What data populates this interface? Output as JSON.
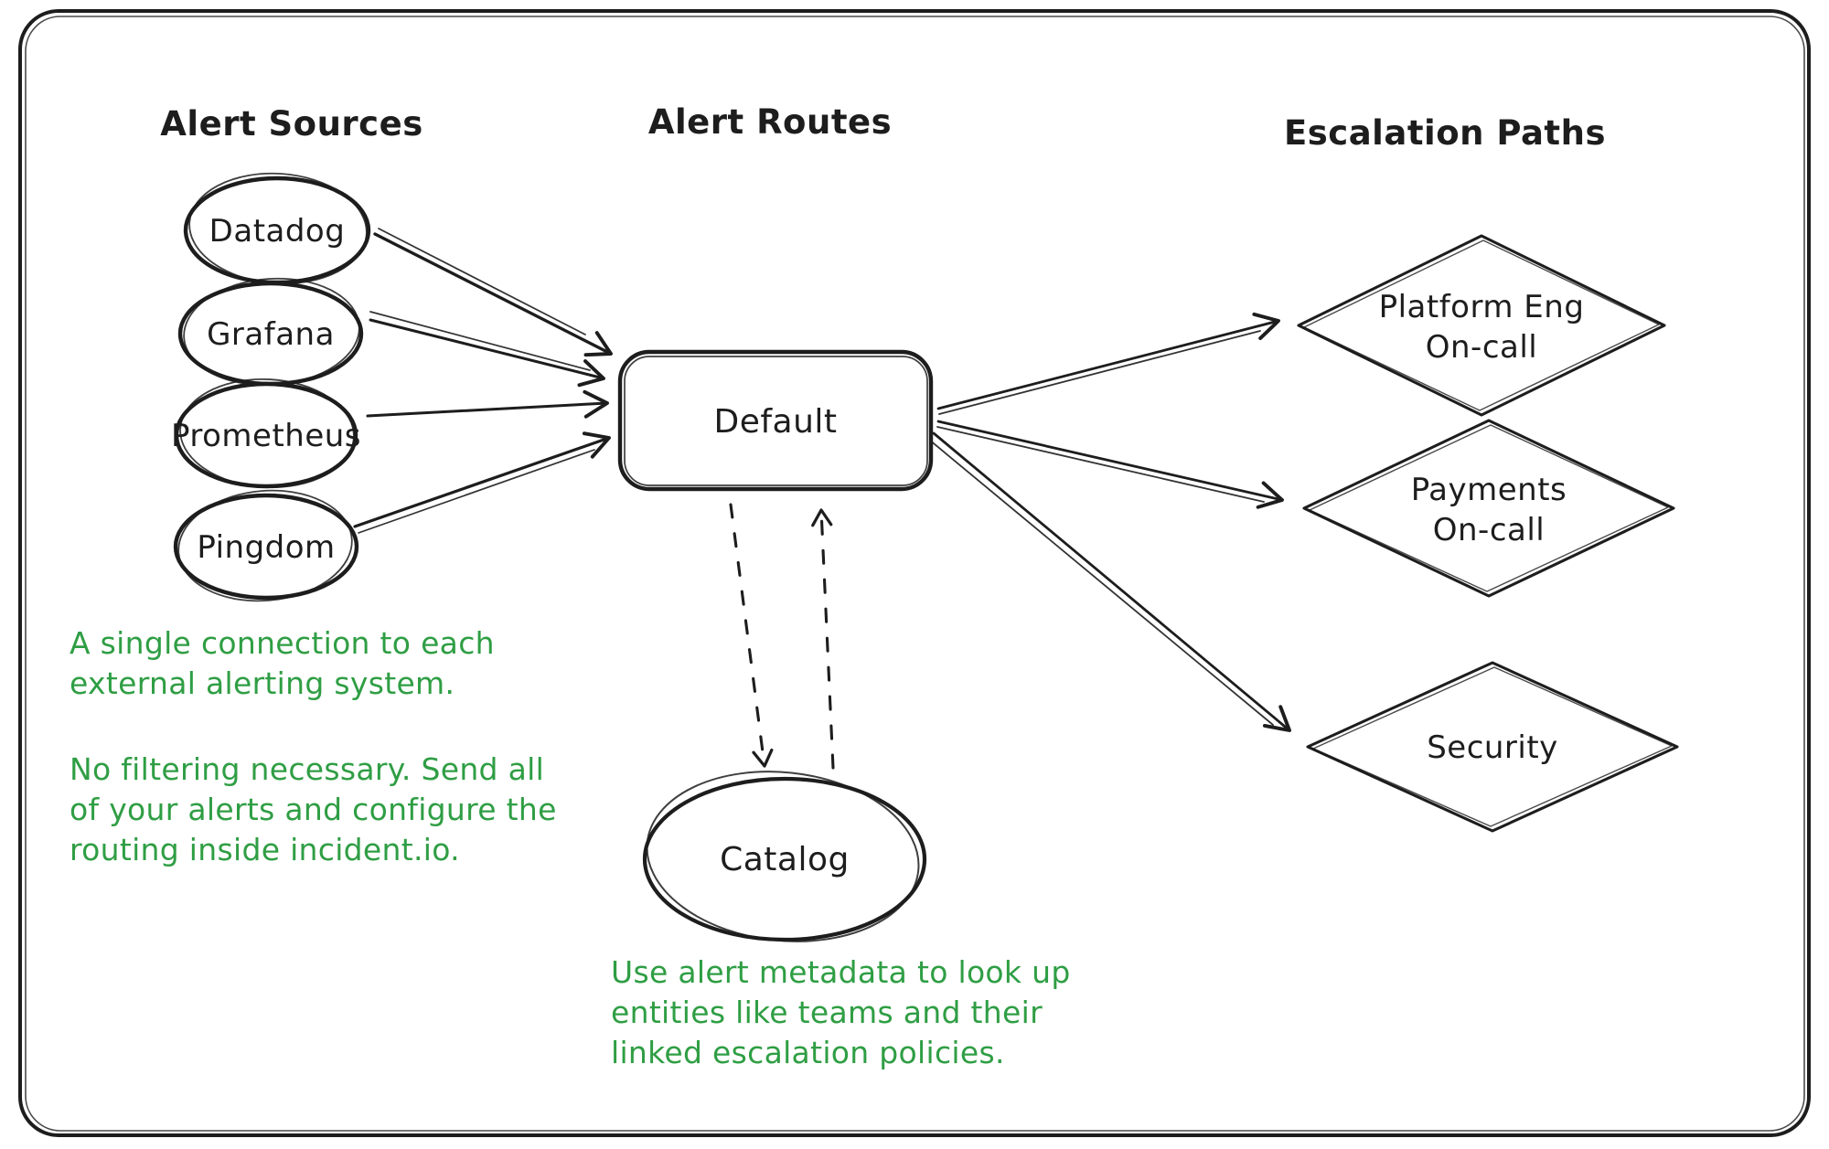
{
  "palette": {
    "ink": "#1d1d1d",
    "annotation_green": "#2f9e44",
    "background": "#ffffff"
  },
  "headings": {
    "sources": "Alert Sources",
    "routes": "Alert Routes",
    "escalations": "Escalation Paths"
  },
  "sources": {
    "datadog": "Datadog",
    "grafana": "Grafana",
    "prometheus": "Prometheus",
    "pingdom": "Pingdom"
  },
  "routes": {
    "default_label": "Default"
  },
  "catalog": {
    "label": "Catalog"
  },
  "escalations": {
    "platform": {
      "line1": "Platform Eng",
      "line2": "On-call"
    },
    "payments": {
      "line1": "Payments",
      "line2": "On-call"
    },
    "security": {
      "line1": "Security"
    }
  },
  "notes": {
    "sources_note": "A single connection to each\nexternal alerting system.",
    "filtering_note": "No filtering necessary. Send all\nof your alerts and configure the\nrouting inside incident.io.",
    "catalog_note": "Use alert metadata to look up\nentities like teams and their\nlinked escalation policies."
  }
}
